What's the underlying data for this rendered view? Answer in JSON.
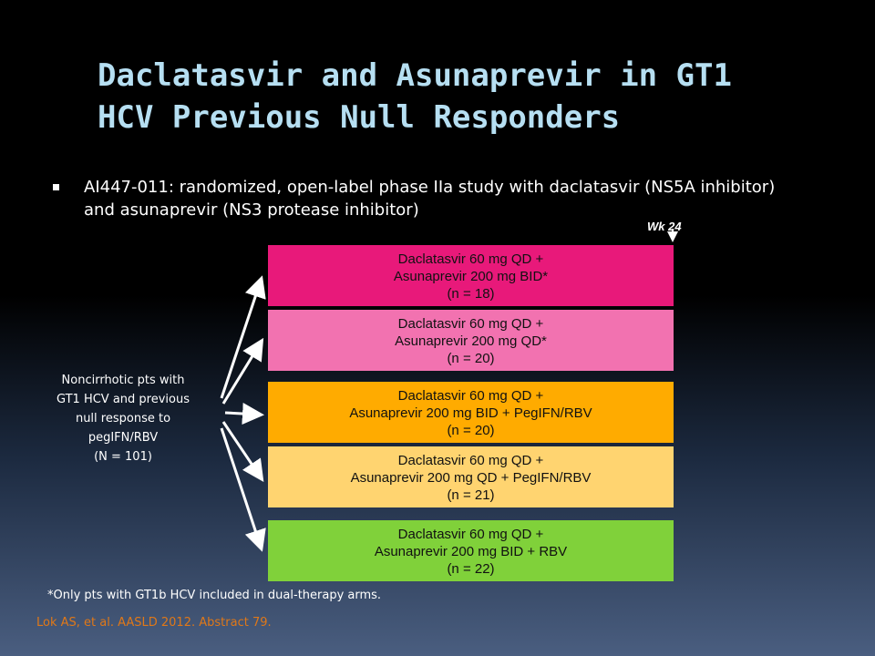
{
  "title": {
    "line1": "Daclatasvir and Asunaprevir in GT1",
    "line2": "HCV Previous Null Responders"
  },
  "bullet": {
    "line1": "AI447-011: randomized, open-label phase IIa study with daclatasvir (NS5A inhibitor)",
    "line2": "and asunaprevir (NS3 protease inhibitor)"
  },
  "timeline": {
    "endpoint_label": "Wk 24"
  },
  "population": {
    "lines": [
      "Noncirrhotic pts with",
      "GT1 HCV and previous",
      "null response to",
      "pegIFN/RBV",
      "(N = 101)"
    ]
  },
  "arms": [
    {
      "line1": "Daclatasvir 60 mg QD +",
      "line2": "Asunaprevir 200 mg BID*",
      "line3": "(n = 18)",
      "color": "#e8197a"
    },
    {
      "line1": "Daclatasvir 60 mg QD +",
      "line2": "Asunaprevir 200 mg QD*",
      "line3": "(n = 20)",
      "color": "#f272b0"
    },
    {
      "line1": "Daclatasvir 60 mg QD +",
      "line2": "Asunaprevir 200 mg BID + PegIFN/RBV",
      "line3": "(n = 20)",
      "color": "#ffab00"
    },
    {
      "line1": "Daclatasvir 60 mg QD +",
      "line2": "Asunaprevir 200 mg QD + PegIFN/RBV",
      "line3": "(n = 21)",
      "color": "#ffd470"
    },
    {
      "line1": "Daclatasvir 60 mg QD +",
      "line2": "Asunaprevir 200 mg BID + RBV",
      "line3": "(n = 22)",
      "color": "#80d13a"
    }
  ],
  "footnote": "*Only pts with GT1b HCV included in dual-therapy arms.",
  "citation": "Lok AS, et al. AASLD 2012. Abstract 79."
}
